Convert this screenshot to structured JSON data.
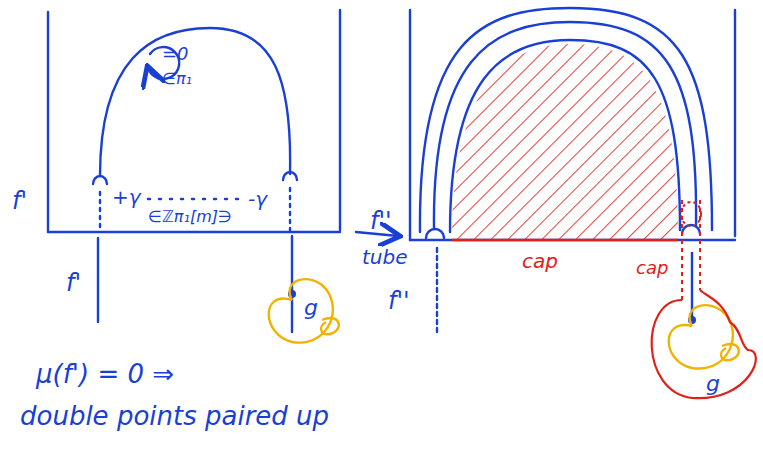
{
  "diagram": {
    "labels": [
      "f'",
      "=0",
      "∈π₁",
      "+γ",
      "-γ",
      "∈ℤπ₁[m]∋",
      "f'",
      "g",
      "μ(f') = 0 ⇒",
      "double points paired up",
      "tube",
      "f''",
      "f''",
      "cap",
      "cap",
      "g"
    ]
  }
}
